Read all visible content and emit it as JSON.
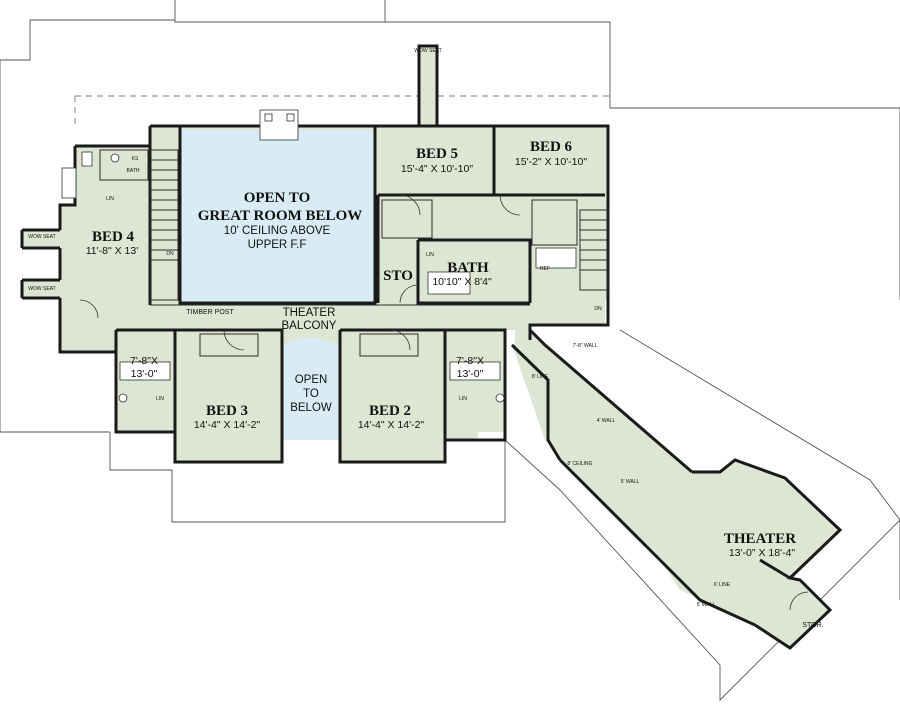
{
  "rooms": {
    "open_great": {
      "line1": "OPEN TO",
      "line2": "GREAT ROOM BELOW",
      "line3": "10' CEILING ABOVE",
      "line4": "UPPER F.F"
    },
    "bed5": {
      "name": "BED 5",
      "size": "15'-4\" X 10'-10\""
    },
    "bed6": {
      "name": "BED 6",
      "size": "15'-2\" X 10'-10\""
    },
    "bed4": {
      "name": "BED 4",
      "size": "11'-8\" X 13'"
    },
    "bath_main": {
      "name": "BATH",
      "size": "10'10\" X 8'4\""
    },
    "sto": "STO",
    "balcony": {
      "line1": "THEATER",
      "line2": "BALCONY"
    },
    "timber_post": "TIMBER POST",
    "open_below": {
      "line1": "OPEN",
      "line2": "TO",
      "line3": "BELOW"
    },
    "bed3": {
      "name": "BED 3",
      "size": "14'-4\" X 14'-2\""
    },
    "bed2": {
      "name": "BED 2",
      "size": "14'-4\" X 14'-2\""
    },
    "bath3": {
      "line1": "7'-8\"X",
      "line2": "13'-0\""
    },
    "bath2": {
      "line1": "7'-8\"X",
      "line2": "13'-0\""
    },
    "theater": {
      "name": "THEATER",
      "size": "13'-0\" X 18'-4\""
    },
    "stor": "STOR."
  },
  "small_labels": {
    "wow_seat": "WOW SEAT",
    "ks": "KS",
    "bath": "BATH",
    "lin": "LIN",
    "dn": "DN",
    "ref": "REF",
    "wall_7_8": "7'-8\" WALL",
    "ceiling_8": "8' CEILING",
    "line_8": "8' LINE",
    "wall_4": "4' WALL",
    "wall_5": "5' WALL",
    "line_6": "6' LINE",
    "wall_5b": "5' WALL"
  },
  "colors": {
    "floor": "#dde6d3",
    "open_area": "#d9ecf5",
    "wall": "#1a1a1a"
  }
}
